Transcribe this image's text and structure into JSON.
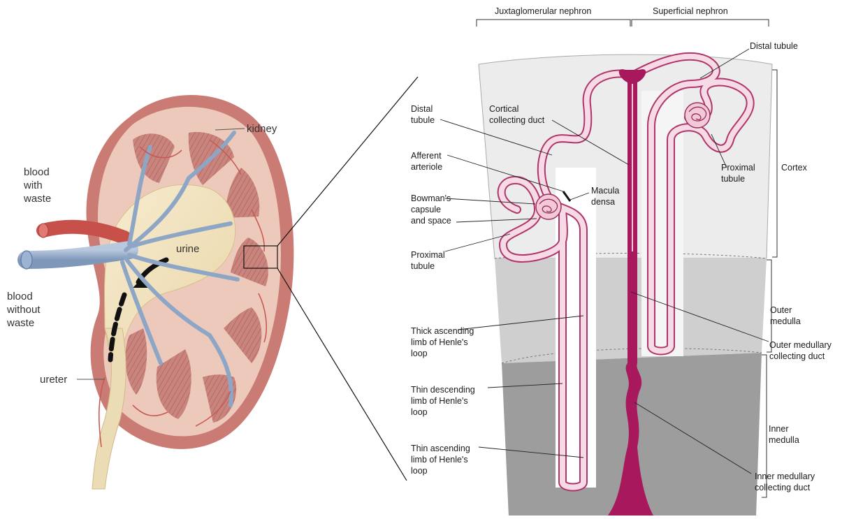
{
  "kidney_panel": {
    "labels": {
      "kidney": "kidney",
      "blood_with_waste": "blood\nwith\nwaste",
      "blood_without_waste": "blood\nwithout\nwaste",
      "urine": "urine",
      "ureter": "ureter"
    },
    "colors": {
      "capsule": "#c97b74",
      "cortex": "#e9c6b8",
      "pyramid": "#c9857d",
      "pelvis": "#f4e6c4",
      "vein": "#8ea6c6",
      "artery": "#d9655f"
    }
  },
  "nephron_panel": {
    "headers": {
      "juxtaglomerular": "Juxtaglomerular nephron",
      "superficial": "Superficial nephron"
    },
    "left_labels": {
      "distal_tubule": "Distal\ntubule",
      "cortical_collecting_duct": "Cortical\ncollecting duct",
      "afferent_arteriole": "Afferent\narteriole",
      "bowmans_capsule": "Bowman's\ncapsule\nand space",
      "macula_densa": "Macula\ndensa",
      "proximal_tubule": "Proximal\ntubule",
      "thick_ascending": "Thick ascending\nlimb of Henle's\nloop",
      "thin_descending": "Thin descending\nlimb of Henle's\nloop",
      "thin_ascending": "Thin ascending\nlimb of Henle's\nloop"
    },
    "right_labels": {
      "distal_tubule": "Distal tubule",
      "proximal_tubule": "Proximal\ntubule",
      "cortex": "Cortex",
      "outer_medulla": "Outer\nmedulla",
      "outer_medullary_cd": "Outer medullary\ncollecting duct",
      "inner_medulla": "Inner\nmedulla",
      "inner_medullary_cd": "Inner medullary\ncollecting duct"
    },
    "colors": {
      "cortex_zone": "#ececec",
      "outer_medulla_zone": "#cfcfcf",
      "inner_medulla_zone": "#9d9d9d",
      "tubule_outline": "#b0356a",
      "tubule_fill": "#f6dbe6",
      "collecting_duct": "#a8185c"
    }
  }
}
